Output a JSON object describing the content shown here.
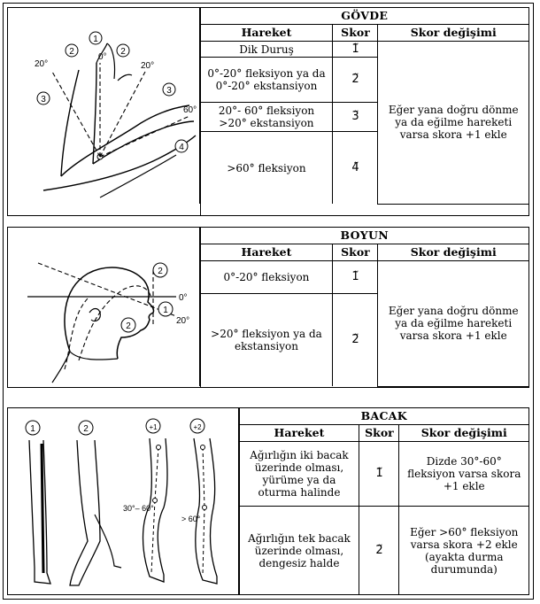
{
  "govde": {
    "title": "GÖVDE",
    "headers": [
      "Hareket",
      "Skor",
      "Skor değişimi"
    ],
    "rows": [
      {
        "movement": "Dik Duruş",
        "score": "1̃"
      },
      {
        "movement": "0°-20° fleksiyon ya da 0°-20° ekstansiyon",
        "score": "2̃"
      },
      {
        "movement": "20°- 60° fleksiyon >20° ekstansiyon",
        "score": "3̃"
      },
      {
        "movement": ">60° fleksiyon",
        "score": "4̃"
      }
    ],
    "modifier": "Eğer yana doğru dönme ya da eğilme hareketi varsa skora +1 ekle",
    "figure_labels": {
      "n1": "1",
      "n2a": "2",
      "n2b": "2",
      "n3a": "3",
      "n3b": "3",
      "n4": "4",
      "a20l": "20°",
      "a0": "0°",
      "a20r": "20°",
      "a60": "60°"
    }
  },
  "boyun": {
    "title": "BOYUN",
    "headers": [
      "Hareket",
      "Skor",
      "Skor değişimi"
    ],
    "rows": [
      {
        "movement": "0°-20° fleksiyon",
        "score": "1̃"
      },
      {
        "movement": ">20° fleksiyon ya da ekstansiyon",
        "score": "2̃"
      }
    ],
    "modifier": "Eğer yana doğru dönme ya da eğilme hareketi varsa skora +1 ekle",
    "figure_labels": {
      "n1": "1",
      "n2a": "2",
      "n2b": "2",
      "a0": "0°",
      "a20": "20°"
    }
  },
  "bacak": {
    "title": "BACAK",
    "headers": [
      "Hareket",
      "Skor",
      "Skor değişimi"
    ],
    "rows": [
      {
        "movement": "Ağırlığın iki bacak üzerinde olması, yürüme ya da oturma halinde",
        "score": "1̃"
      },
      {
        "movement": "Ağırlığın tek bacak üzerinde olması, dengesiz halde",
        "score": "2̃"
      }
    ],
    "modifier1": "Dizde 30°-60° fleksiyon varsa skora +1 ekle",
    "modifier2": "Eğer >60° fleksiyon varsa skora +2 ekle (ayakta durma durumunda)",
    "figure_labels": {
      "n1": "1",
      "n2": "2",
      "p1": "+1",
      "p2": "+2",
      "a3060": "30°– 60°",
      "a60": "> 60°"
    }
  }
}
